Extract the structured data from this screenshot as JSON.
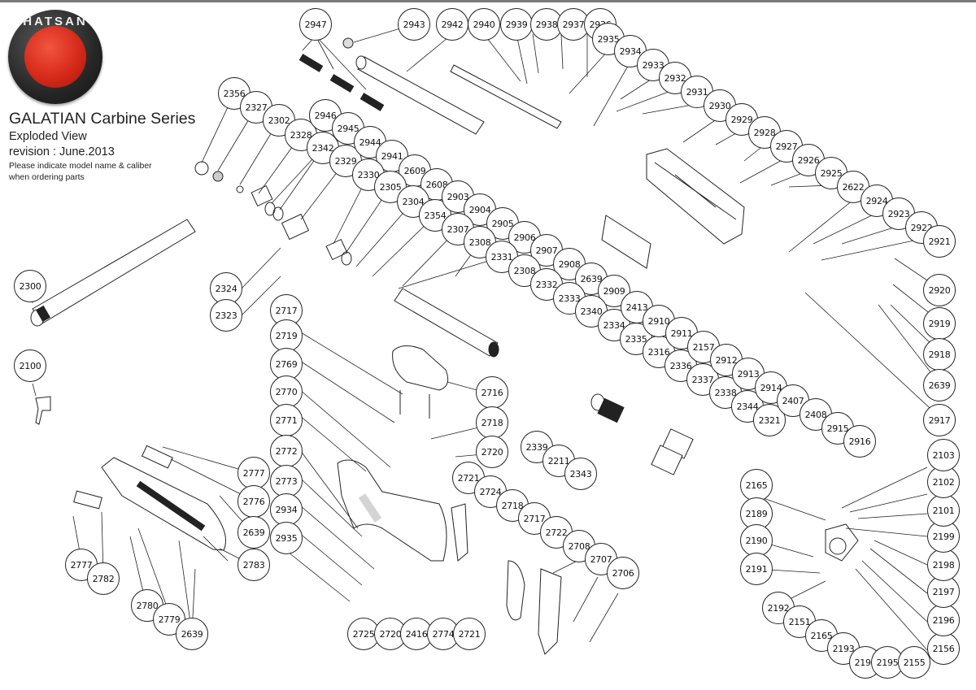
{
  "brand": {
    "name": "HATSAN",
    "accent_color": "#d62a1a"
  },
  "header": {
    "title": "GALATIAN Carbine Series",
    "subtitle": "Exploded View",
    "revision": "revision : June.2013",
    "note_line1": "Please indicate model name & caliber",
    "note_line2": "when ordering parts"
  },
  "callouts": [
    "2947",
    "2943",
    "2942",
    "2940",
    "2939",
    "2938",
    "2937",
    "2936",
    "2935",
    "2934",
    "2933",
    "2932",
    "2931",
    "2930",
    "2929",
    "2928",
    "2927",
    "2926",
    "2925",
    "2622",
    "2924",
    "2923",
    "2922",
    "2921",
    "2920",
    "2919",
    "2918",
    "2639",
    "2917",
    "2356",
    "2327",
    "2302",
    "2328",
    "2342",
    "2329",
    "2946",
    "2945",
    "2944",
    "2941",
    "2609",
    "2608",
    "2330",
    "2305",
    "2304",
    "2354",
    "2903",
    "2904",
    "2905",
    "2906",
    "2907",
    "2908",
    "2307",
    "2308",
    "2331",
    "2308",
    "2639",
    "2909",
    "2324",
    "2323",
    "2300",
    "2100",
    "2332",
    "2333",
    "2340",
    "2334",
    "2335",
    "2316",
    "2336",
    "2337",
    "2338",
    "2344",
    "2321",
    "2413",
    "2910",
    "2911",
    "2157",
    "2912",
    "2913",
    "2914",
    "2407",
    "2408",
    "2915",
    "2916",
    "2339",
    "2211",
    "2343",
    "2717",
    "2719",
    "2769",
    "2770",
    "2771",
    "2772",
    "2773",
    "2934",
    "2935",
    "2716",
    "2718",
    "2720",
    "2721",
    "2724",
    "2718",
    "2717",
    "2722",
    "2708",
    "2707",
    "2706",
    "2725",
    "2720",
    "2416",
    "2774",
    "2721",
    "2777",
    "2776",
    "2639",
    "2783",
    "2777",
    "2782",
    "2780",
    "2779",
    "2639",
    "2165",
    "2189",
    "2190",
    "2191",
    "2192",
    "2151",
    "2165",
    "2193",
    "2194",
    "2195",
    "2155",
    "2156",
    "2196",
    "2197",
    "2198",
    "2199",
    "2101",
    "2102",
    "2103"
  ]
}
